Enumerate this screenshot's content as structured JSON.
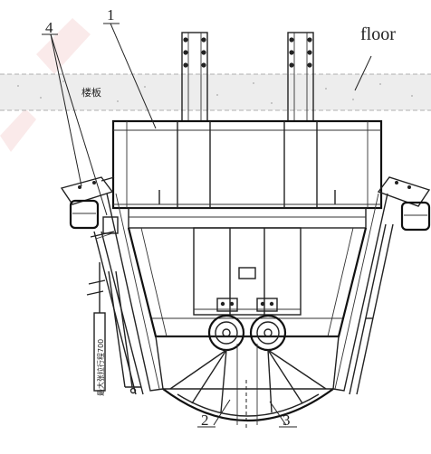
{
  "labels": {
    "callout_1": "1",
    "callout_2": "2",
    "callout_3": "3",
    "callout_4": "4",
    "floor": "floor",
    "floor_cn": "楼板",
    "vertical_note": "最大张拉行程700"
  },
  "colors": {
    "line": "#222222",
    "floor_band": "#e9e9e9",
    "watermark": "#f6d9d9"
  }
}
